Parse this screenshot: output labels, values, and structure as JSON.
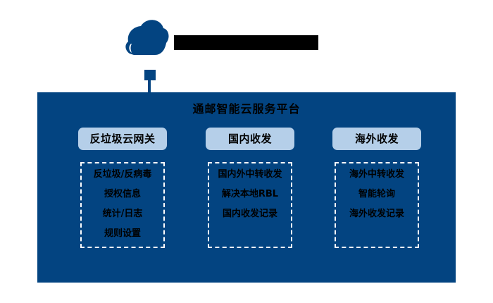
{
  "header": {
    "icon": "cloud-icon",
    "title_text": "",
    "title_redacted": true,
    "connector": "vertical-connector"
  },
  "platform": {
    "title": "通邮智能云服务平台",
    "background_color": "#034481",
    "header_background_color": "#b5cfe9",
    "columns": [
      {
        "header": "反垃圾云网关",
        "items": [
          "反垃圾/反病毒",
          "授权信息",
          "统计/日志",
          "规则设置"
        ]
      },
      {
        "header": "国内收发",
        "items": [
          "国内外中转收发",
          "解决本地RBL",
          "国内收发记录"
        ]
      },
      {
        "header": "海外收发",
        "items": [
          "海外中转收发",
          "智能轮询",
          "海外收发记录"
        ]
      }
    ]
  },
  "colors": {
    "brand_dark_blue": "#034481",
    "brand_light_blue": "#b5cfe9",
    "text_black": "#000000",
    "page_background": "#ffffff"
  }
}
